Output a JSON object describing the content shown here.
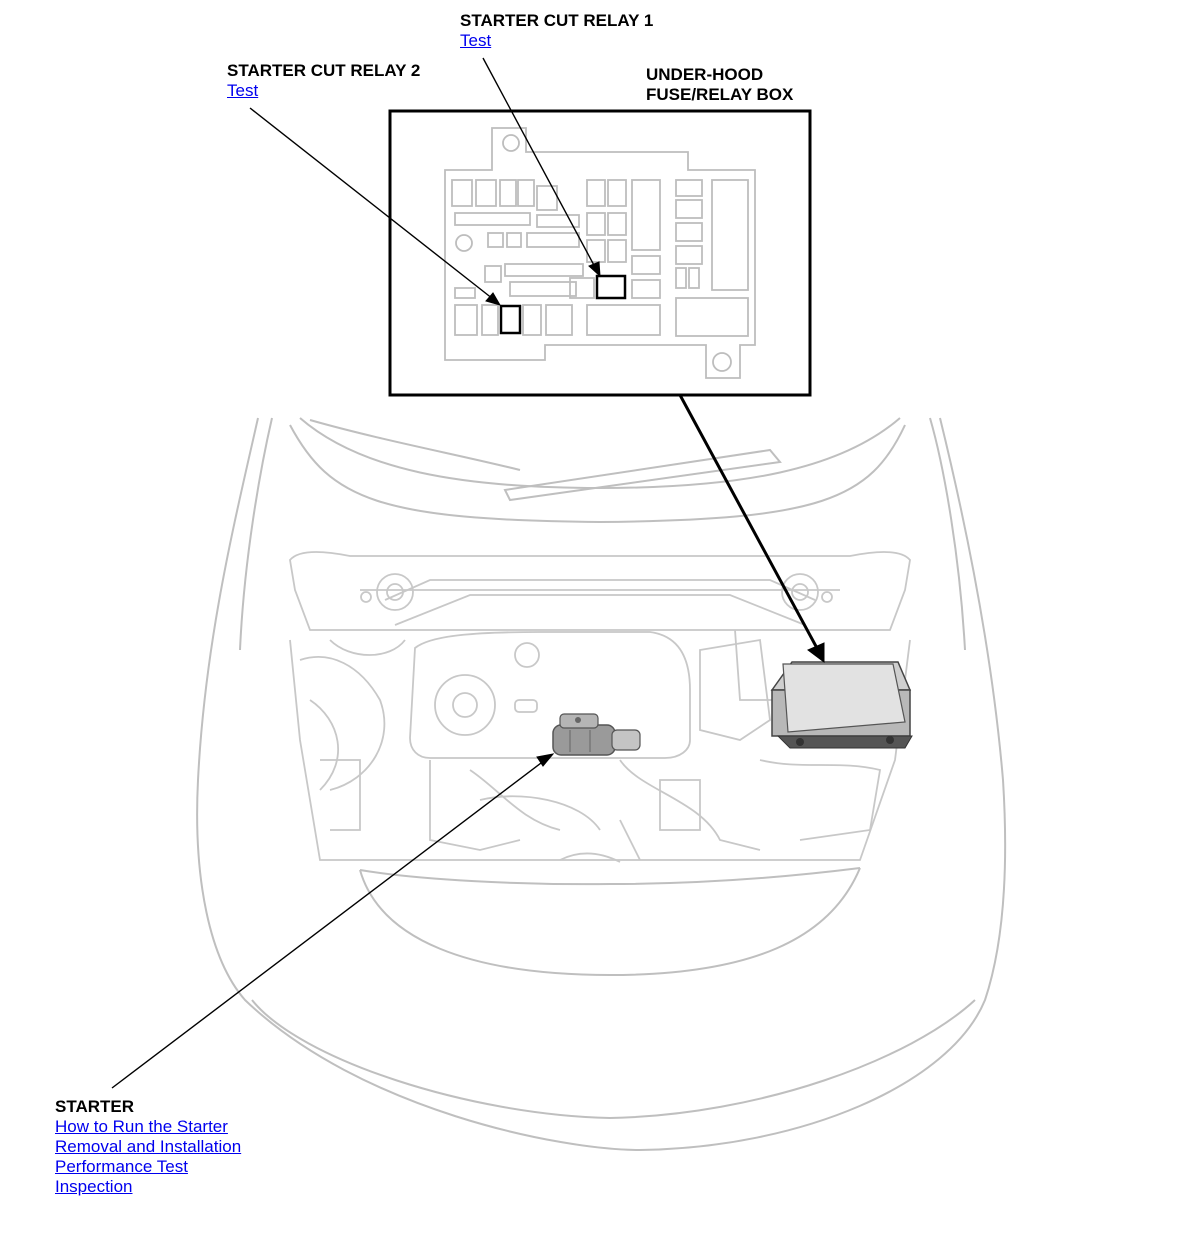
{
  "callouts": {
    "relay1": {
      "title": "STARTER CUT RELAY 1",
      "links": [
        "Test"
      ]
    },
    "relay2": {
      "title": "STARTER CUT RELAY 2",
      "links": [
        "Test"
      ]
    },
    "fusebox": {
      "title_line1": "UNDER-HOOD",
      "title_line2": "FUSE/RELAY BOX"
    },
    "starter": {
      "title": "STARTER",
      "links": [
        "How to Run the Starter",
        "Removal and Installation",
        "Performance Test",
        "Inspection"
      ]
    }
  },
  "colors": {
    "link": "#0000ee",
    "outline": "#bfbfbf",
    "leader": "#000000",
    "component": "#8a8a8a"
  }
}
